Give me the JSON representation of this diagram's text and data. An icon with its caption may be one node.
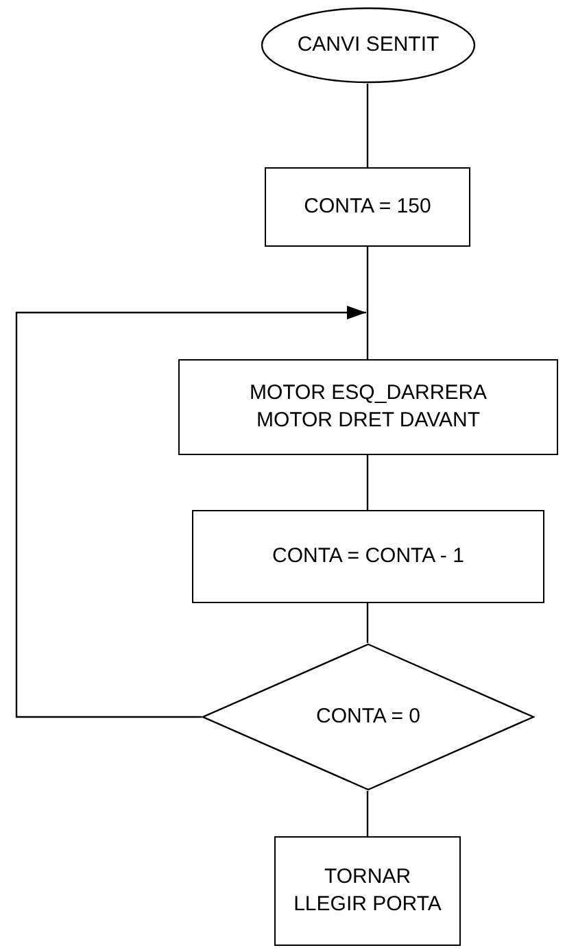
{
  "diagram": {
    "nodes": [
      {
        "text": [
          "CANVI SENTIT"
        ]
      },
      {
        "text": [
          "CONTA = 150"
        ]
      },
      {
        "text": [
          "MOTOR ESQ_DARRERA MOTOR DRET DAVANT"
        ]
      },
      {
        "text": [
          "CONTA = CONTA - 1"
        ]
      },
      {
        "text": [
          "CONTA = 0"
        ]
      },
      {
        "text": [
          "TORNAR LLEGIR PORTA"
        ]
      }
    ],
    "edges": [
      {
        "from": 0,
        "to": 1,
        "arrow": "none"
      },
      {
        "from": 1,
        "to": 2,
        "arrow": "none"
      },
      {
        "from": 2,
        "to": 3,
        "arrow": "none"
      },
      {
        "from": 3,
        "to": 4,
        "arrow": "none"
      },
      {
        "from": 4,
        "to": 2,
        "arrow": "to"
      },
      {
        "from": 4,
        "to": 5,
        "arrow": "none"
      }
    ]
  }
}
